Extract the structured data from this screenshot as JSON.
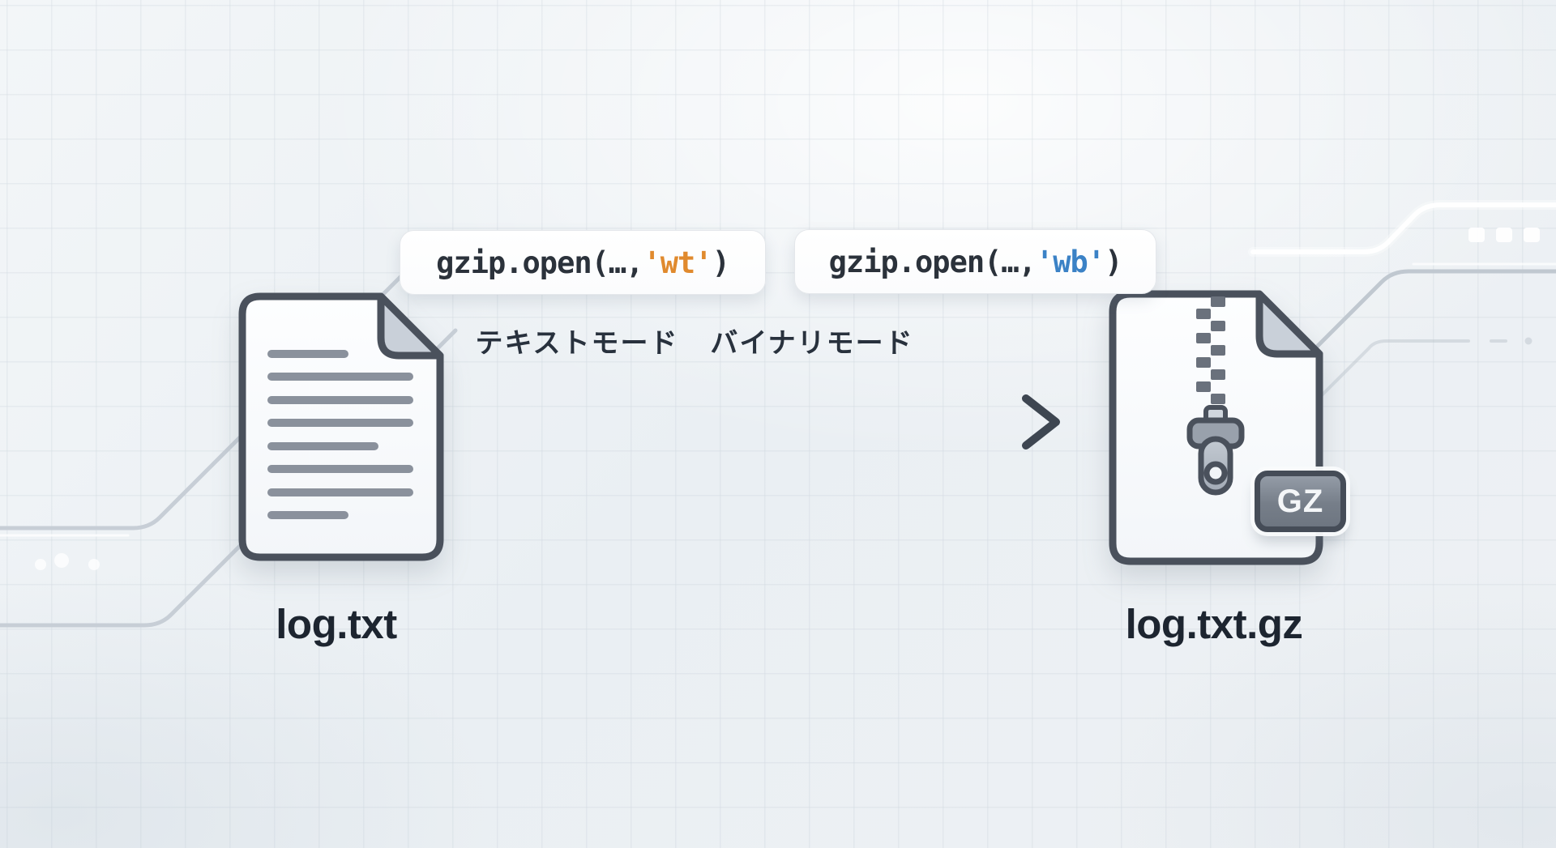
{
  "colors": {
    "background": "#edf1f5",
    "outline": "#4a515c",
    "filename_ink": "#1d2530",
    "label_ink": "#28313d",
    "code_ink": "#2b323b",
    "text_mode_accent": "#e08a2e",
    "binary_mode_accent": "#3b82c6",
    "fold_fill": "#c9d0d9",
    "doc_line": "#8a919c",
    "gz_badge_fill": "#7e8791",
    "circuit_line": "#c7ced6"
  },
  "badges": {
    "text_mode": {
      "code_prefix": "gzip.open(…,",
      "mode_value": "'wt'",
      "code_suffix": ")",
      "mode_color": "#e08a2e",
      "label": "テキストモード"
    },
    "binary_mode": {
      "code_prefix": "gzip.open(…,",
      "mode_value": "'wb'",
      "code_suffix": ")",
      "mode_color": "#3b82c6",
      "label": "バイナリモード"
    }
  },
  "files": {
    "source": {
      "name": "log.txt",
      "icon": "text-document-icon"
    },
    "target": {
      "name": "log.txt.gz",
      "icon": "gz-archive-icon",
      "badge_label": "GZ"
    }
  },
  "arrow": {
    "icon": "arrow-right-icon"
  },
  "decorations": {
    "background_icon": "grid-background",
    "lines_icon": "circuit-trace-lines",
    "glow_squares_icon": "glow-squares",
    "glow_dots_icon": "glow-dots"
  }
}
